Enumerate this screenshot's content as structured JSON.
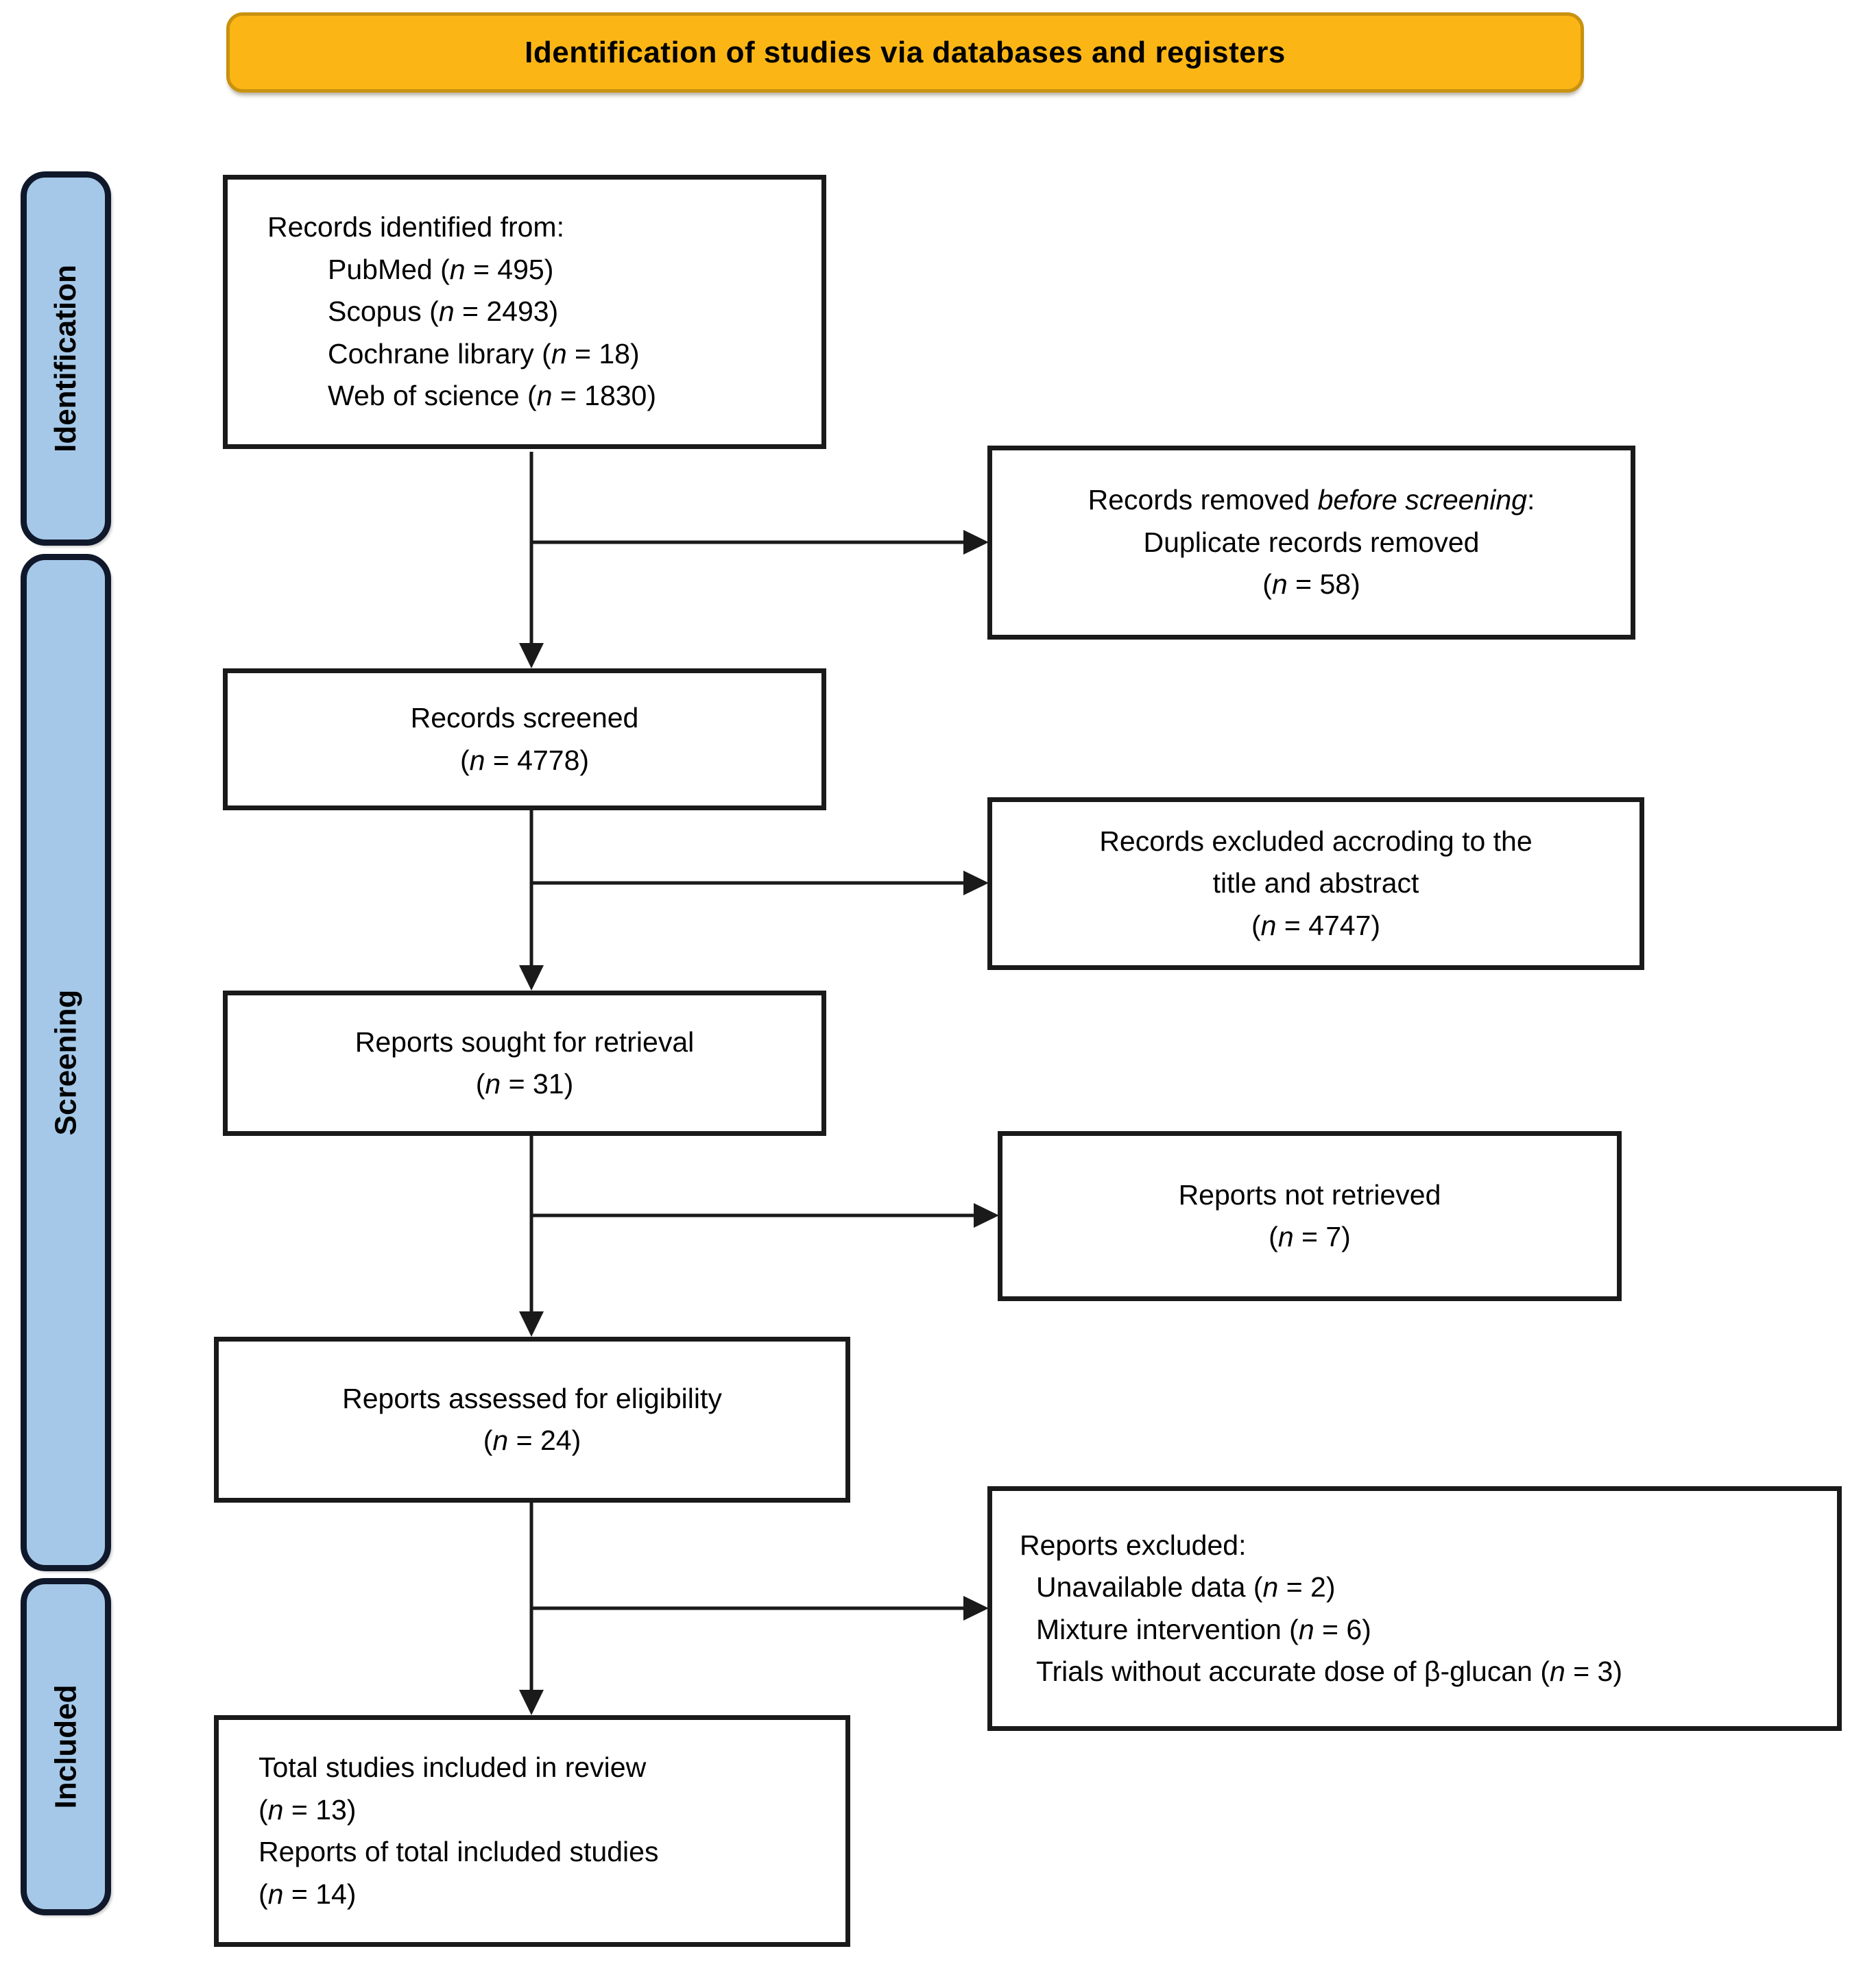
{
  "banner": {
    "title": "Identification of studies via databases and registers"
  },
  "stages": {
    "identification": "Identification",
    "screening": "Screening",
    "included": "Included"
  },
  "boxes": {
    "records_identified": {
      "heading": "Records identified from:",
      "items": [
        "PubMed (*n* = 495)",
        "Scopus (*n* = 2493)",
        "Cochrane library (*n* = 18)",
        "Web of science (*n* = 1830)"
      ]
    },
    "records_removed": {
      "line1": "Records removed *before screening*:",
      "line2": "Duplicate records removed",
      "line3": "(*n* = 58)"
    },
    "records_screened": {
      "line1": "Records screened",
      "line2": "(*n* = 4778)"
    },
    "records_excluded": {
      "line1": "Records excluded accroding to the",
      "line2": "title and abstract",
      "line3": "(*n* = 4747)"
    },
    "reports_sought": {
      "line1": "Reports sought for retrieval",
      "line2": "(*n* = 31)"
    },
    "reports_not_retrieved": {
      "line1": "Reports not retrieved",
      "line2": "(*n* = 7)"
    },
    "reports_assessed": {
      "line1": "Reports assessed for eligibility",
      "line2": "(*n* = 24)"
    },
    "reports_excluded": {
      "heading": "Reports excluded:",
      "items": [
        "Unavailable data (*n* = 2)",
        "Mixture intervention (*n* = 6)",
        "Trials without accurate dose of β-glucan (*n* = 3)"
      ]
    },
    "studies_included": {
      "line1": "Total studies included in review",
      "line2": "(*n* = 13)",
      "line3": "Reports of total included studies",
      "line4": "(*n* = 14)"
    }
  },
  "colors": {
    "banner_fill": "#FBB616",
    "banner_border": "#C9920E",
    "stage_fill": "#A5C8E8",
    "stage_border": "#10182B",
    "box_border": "#1A1A1A",
    "arrow": "#1A1A1A"
  }
}
